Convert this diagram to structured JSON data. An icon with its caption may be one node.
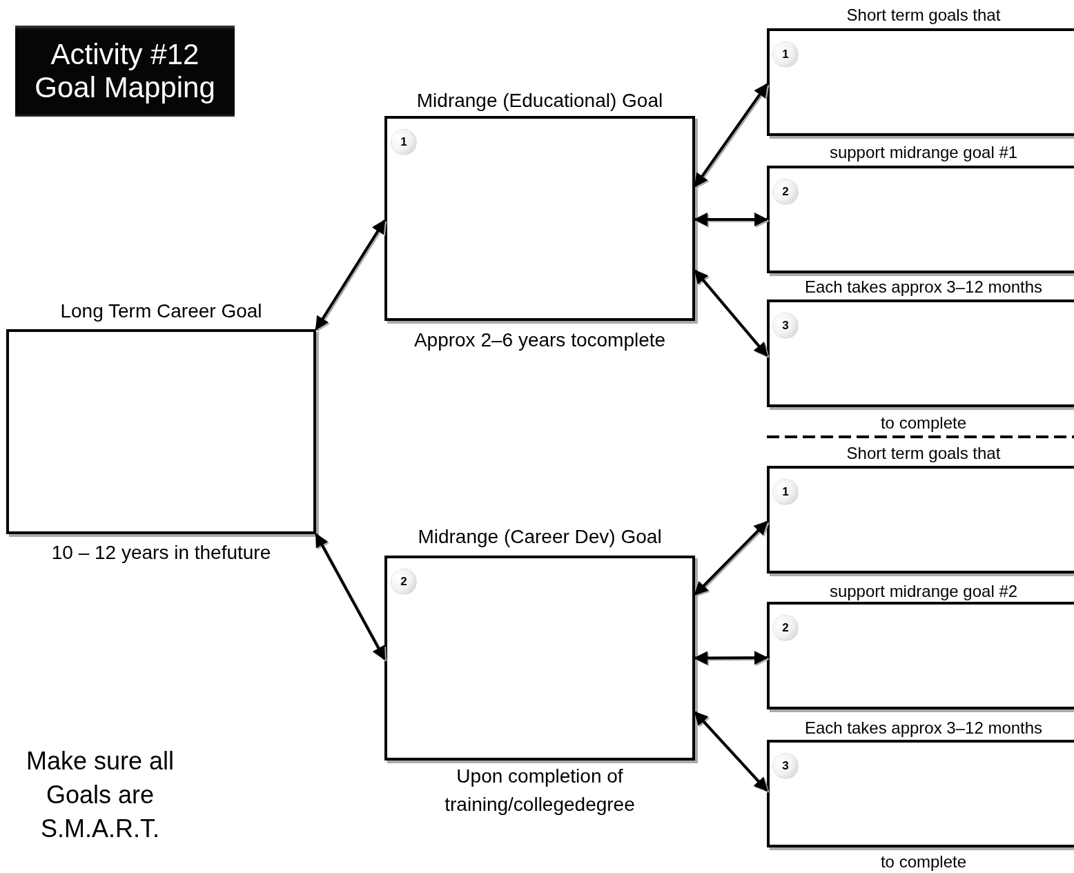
{
  "diagram": {
    "title": "Activity #12 Goal Mapping",
    "nodes": [
      {
        "text": [
          "Long Term Career Goal"
        ],
        "beside": [
          "10 – 12 years in thefuture"
        ]
      },
      {
        "text": [
          "Midrange (Educational) Goal"
        ],
        "beside": [
          "Approx 2–6 years tocomplete"
        ]
      },
      {
        "text": [
          "1"
        ],
        "in": 1
      },
      {
        "text": [
          "Midrange (Career Dev) Goal"
        ],
        "beside": [
          "Upon completion of training/collegedegree"
        ]
      },
      {
        "text": [
          "2"
        ],
        "in": 3
      },
      {
        "text": [],
        "shape": "box"
      },
      {
        "text": [
          "1"
        ],
        "in": 5
      },
      {
        "text": [],
        "shape": "box"
      },
      {
        "text": [
          "2"
        ],
        "in": 7
      },
      {
        "text": [],
        "shape": "box"
      },
      {
        "text": [
          "3"
        ],
        "in": 9
      },
      {
        "text": [],
        "shape": "box"
      },
      {
        "text": [
          "1"
        ],
        "in": 11
      },
      {
        "text": [],
        "shape": "box"
      },
      {
        "text": [
          "2"
        ],
        "in": 13
      },
      {
        "text": [],
        "shape": "box"
      },
      {
        "text": [
          "3"
        ],
        "in": 15
      }
    ],
    "edges": [
      {
        "from": 0,
        "to": 1,
        "arrow": "both"
      },
      {
        "from": 0,
        "to": 3,
        "arrow": "both"
      },
      {
        "from": 1,
        "to": 5,
        "arrow": "both"
      },
      {
        "from": 1,
        "to": 7,
        "arrow": "both"
      },
      {
        "from": 1,
        "to": 9,
        "arrow": "both"
      },
      {
        "from": 3,
        "to": 11,
        "arrow": "both"
      },
      {
        "from": 3,
        "to": 13,
        "arrow": "both"
      },
      {
        "from": 3,
        "to": 15,
        "arrow": "both"
      }
    ],
    "labels": [
      "Short term goals that",
      "support midrange goal #1",
      "Each takes approx 3–12 months",
      "to complete",
      "Short term goals that",
      "support midrange goal #2",
      "Each takes approx 3–12 months",
      "to complete",
      "Make sure all Goals are S.M.A.R.T."
    ]
  }
}
